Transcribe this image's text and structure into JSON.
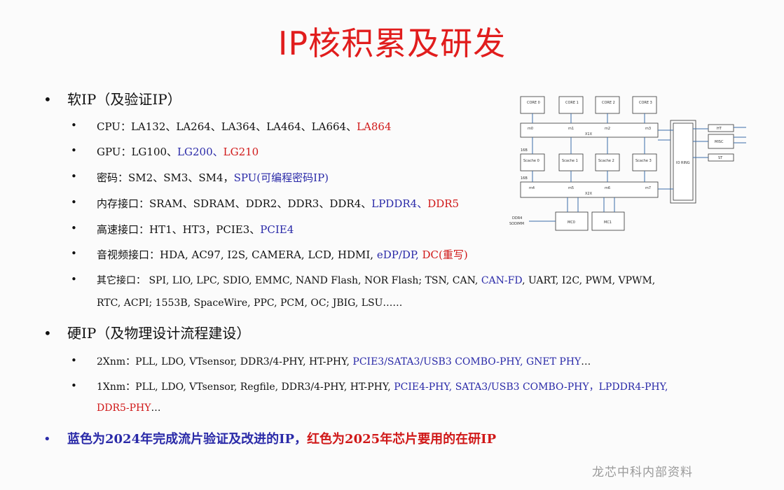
{
  "title": "IP核积累及研发",
  "soft_ip": {
    "heading": "软IP（及验证IP）",
    "items": [
      {
        "label": "CPU：",
        "black": "LA132、LA264、LA364、LA464、LA664、",
        "red": "LA864"
      },
      {
        "label": "GPU：",
        "black": "LG100、",
        "blue": "LG200、",
        "red": "LG210"
      },
      {
        "label": "密码：",
        "black": "SM2、SM3、SM4，",
        "blue": "SPU(可编程密码IP)"
      },
      {
        "label": "内存接口：",
        "black": "SRAM、SDRAM、DDR2、DDR3、DDR4、",
        "blue": "LPDDR4、",
        "red": "DDR5"
      },
      {
        "label": "高速接口：",
        "black": "HT1、HT3，PCIE3、",
        "blue": "PCIE4"
      },
      {
        "label": "音视频接口：",
        "black": "HDA, AC97, I2S, CAMERA, LCD, HDMI, ",
        "blue": "eDP/DP, ",
        "red": "DC(重写)"
      },
      {
        "label": "其它接口：",
        "black": " SPI, LIO, LPC, SDIO, EMMC, NAND Flash, NOR Flash; TSN, CAN, ",
        "blue": "CAN-FD",
        "black2": ", UART, I2C, PWM, VPWM,",
        "line2": "RTC, ACPI; 1553B, SpaceWire, PPC, PCM, OC; JBIG, LSU……"
      }
    ]
  },
  "hard_ip": {
    "heading": "硬IP（及物理设计流程建设）",
    "items": [
      {
        "label": "2Xnm：",
        "black": "PLL, LDO, VTsensor, DDR3/4-PHY, HT-PHY, ",
        "blue": "PCIE3/SATA3/USB3 COMBO-PHY, GNET PHY",
        "tail": "…"
      },
      {
        "label": "1Xnm：",
        "black": "PLL, LDO, VTsensor, Regfile, DDR3/4-PHY, HT-PHY, ",
        "blue": "PCIE4-PHY, SATA3/USB3 COMBO-PHY，LPDDR4-PHY,",
        "red_line2": "DDR5-PHY",
        "tail": "…"
      }
    ]
  },
  "summary": {
    "blue": "蓝色为2024年完成流片验证及改进的IP，",
    "red": "红色为2025年芯片要用的在研IP"
  },
  "watermark": "龙芯中科内部资料",
  "diagram": {
    "cores": [
      "CORE 0",
      "CORE 1",
      "CORE 2",
      "CORE 3"
    ],
    "scaches": [
      "Scache 0",
      "Scache 1",
      "Scache 2",
      "Scache 3"
    ],
    "xbar_top_ports": [
      "m0",
      "m1",
      "m2",
      "m3"
    ],
    "xbar_top_label": "X1X",
    "xbar_bottom_ports": [
      "m4",
      "m5",
      "m6",
      "m7"
    ],
    "xbar_bottom_label": "X2X",
    "mc": [
      "MC0",
      "MC1"
    ],
    "io_ring": "IO RING",
    "right_blocks": [
      "HT",
      "MISC",
      "ST"
    ],
    "ddr_label": [
      "DDR4",
      "SODIMM"
    ],
    "port_labels": [
      "16B",
      "16B"
    ],
    "colors": {
      "stroke": "#333333",
      "arrow": "#3b6ea8"
    }
  }
}
